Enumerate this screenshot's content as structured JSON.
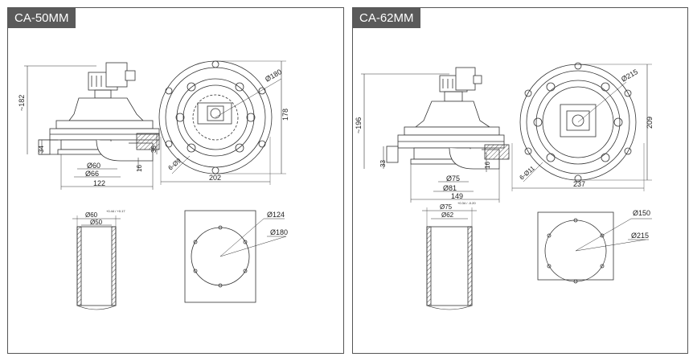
{
  "panels": [
    {
      "title": "CA-50MM",
      "dims": {
        "height_left": "~182",
        "d_top": "Ø180",
        "height_right": "178",
        "h34": "34",
        "h35": "35",
        "h16": "16",
        "d60": "Ø60",
        "d66": "Ø66",
        "w122": "122",
        "w202": "202",
        "bolt": "6-Ø9",
        "pipe_od": "Ø60",
        "pipe_tol": "+0.44 / +0.17",
        "pipe_id": "Ø50",
        "c124": "Ø124",
        "c180": "Ø180"
      }
    },
    {
      "title": "CA-62MM",
      "dims": {
        "height_left": "~196",
        "d_top": "Ø215",
        "height_right": "209",
        "h33": "33",
        "h16": "16",
        "d75": "Ø75",
        "d81": "Ø81",
        "w149": "149",
        "w237": "237",
        "bolt": "6-Ø11",
        "pipe_od": "Ø75",
        "pipe_tol": "+0.34 / -0.20",
        "pipe_id": "Ø62",
        "c150": "Ø150",
        "c215": "Ø215"
      }
    }
  ]
}
